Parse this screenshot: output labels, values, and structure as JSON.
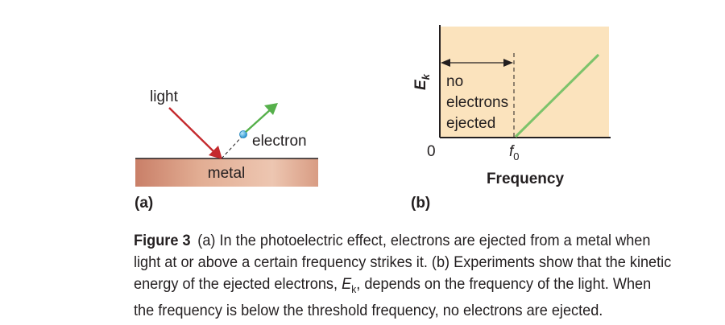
{
  "panel_a": {
    "light_label": "light",
    "electron_label": "electron",
    "metal_label": "metal",
    "panel_label": "(a)"
  },
  "panel_b": {
    "y_axis_label": "E",
    "y_axis_subscript": "k",
    "origin_label": "0",
    "threshold_label": "f",
    "threshold_subscript": "0",
    "x_axis_label": "Frequency",
    "annotation_lines": [
      "no",
      "electrons",
      "ejected"
    ],
    "panel_label": "(b)"
  },
  "caption": {
    "figure_label": "Figure 3",
    "part1": "(a) In the photoelectric effect, electrons are ejected from a metal when light at or above a certain frequency strikes it. (b) Experiments show that the kinetic energy of the ejected electrons, ",
    "ek_symbol": "E",
    "ek_subscript": "k",
    "part2": ", depends on the frequency of the light. When the frequency is below the threshold frequency, no electrons are ejected."
  },
  "colors": {
    "plot_background": "#fbe3bd",
    "line_color": "#7dc36b",
    "light_ray_color": "#c42a2e",
    "electron_path_color": "#56b04b",
    "electron_color": "#2fa6d9",
    "metal_color": "#e0a88c"
  }
}
